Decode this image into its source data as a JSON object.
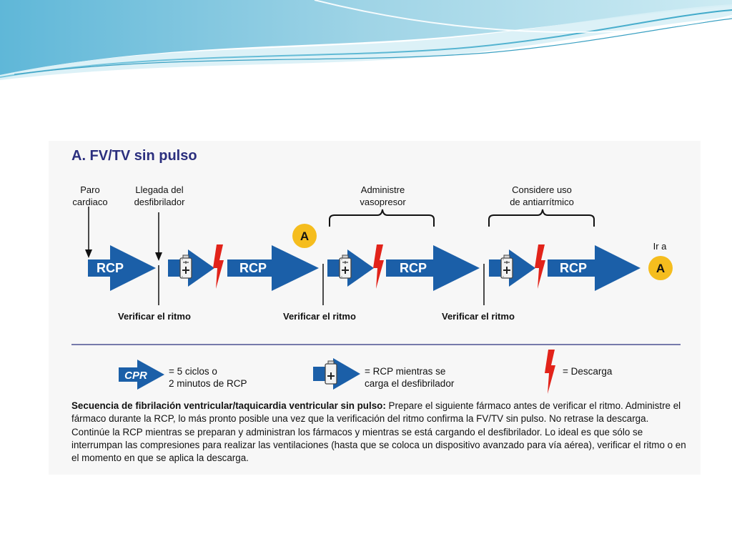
{
  "title": "A. FV/TV sin pulso",
  "annotations": {
    "paro": "Paro\ncardiaco",
    "llegada": "Llegada del\ndesfibrilador",
    "vasopresor": "Administre\nvasopresor",
    "antiarritmico": "Considere uso\nde antiarrítmico",
    "ir_a": "Ir a"
  },
  "arrows": {
    "rcp_label": "RCP",
    "marker_a": "A"
  },
  "rhythm_checks": [
    "Verificar el ritmo",
    "Verificar el ritmo",
    "Verificar el ritmo"
  ],
  "legend": {
    "cpr_arrow_label": "CPR",
    "cpr_text": "= 5 ciclos o\n2 minutos de RCP",
    "charging_text": "= RCP mientras se\ncarga el desfibrilador",
    "shock_text": "= Descarga"
  },
  "caption": {
    "bold": "Secuencia de fibrilación ventricular/taquicardia ventricular sin pulso:",
    "text": " Prepare el siguiente fármaco antes de verificar el ritmo. Administre el fármaco durante la RCP, lo más pronto posible una vez que la verificación del ritmo confirma la FV/TV sin pulso. No retrase la descarga. Continúe la RCP mientras se preparan y administran los fármacos y mientras se está cargando el desfibrilador. Lo ideal es que sólo se interrumpan las compresiones para realizar las ventilaciones (hasta que se coloca un dispositivo avanzado para vía aérea), verificar el ritmo o en el momento en que se aplica la descarga."
  },
  "colors": {
    "arrow_blue": "#1b5fa8",
    "shock_red": "#e2231a",
    "marker_yellow": "#f5bd1e",
    "title_navy": "#2b2f7e"
  }
}
